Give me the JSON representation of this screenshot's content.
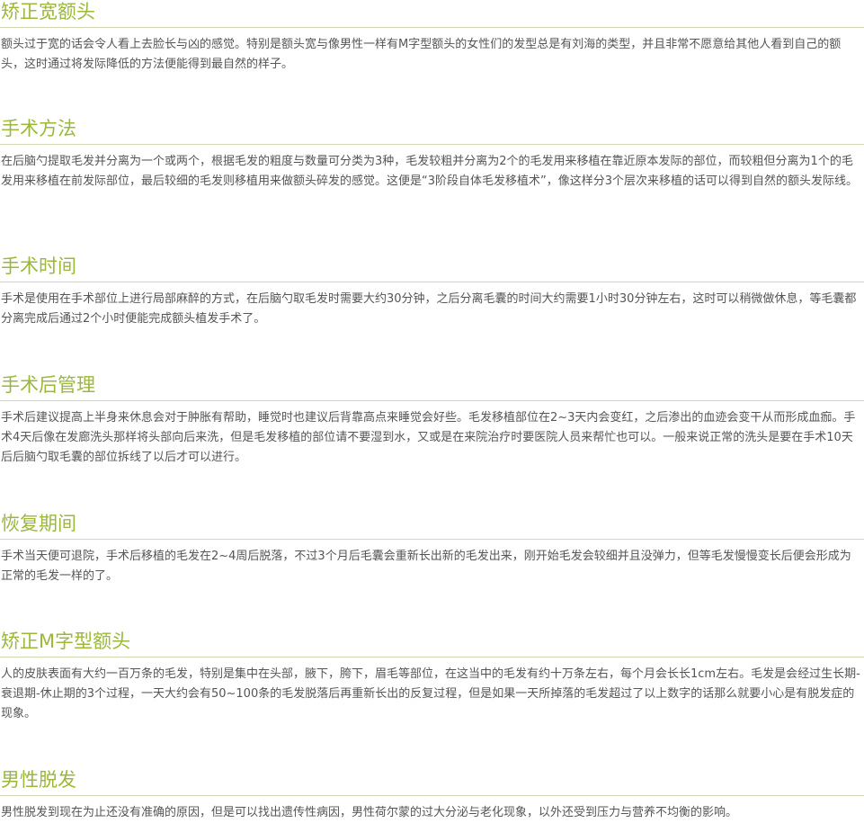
{
  "colors": {
    "title": "#9bb83a",
    "rule": "#cfd9b4",
    "body_text": "#555555"
  },
  "sections": [
    {
      "title": "矫正宽额头",
      "body": "额头过于宽的话会令人看上去脸长与凶的感觉。特别是额头宽与像男性一样有M字型额头的女性们的发型总是有刘海的类型，并且非常不愿意给其他人看到自己的额头，这时通过将发际降低的方法便能得到最自然的样子。"
    },
    {
      "title": "手术方法",
      "body": "在后脑勺提取毛发并分离为一个或两个，根据毛发的粗度与数量可分类为3种，毛发较粗并分离为2个的毛发用来移植在靠近原本发际的部位，而较粗但分离为1个的毛发用来移植在前发际部位，最后较细的毛发则移植用来做额头碎发的感觉。这便是“3阶段自体毛发移植术”，像这样分3个层次来移植的话可以得到自然的额头发际线。"
    },
    {
      "title": "手术时间",
      "body": "手术是使用在手术部位上进行局部麻醉的方式，在后脑勺取毛发时需要大约30分钟，之后分离毛囊的时间大约需要1小时30分钟左右，这时可以稍微做休息，等毛囊都分离完成后通过2个小时便能完成额头植发手术了。"
    },
    {
      "title": "手术后管理",
      "body": "手术后建议提高上半身来休息会对于肿胀有帮助，睡觉时也建议后背靠高点来睡觉会好些。毛发移植部位在2~3天内会变红，之后渗出的血迹会变干从而形成血痂。手术4天后像在发廊洗头那样将头部向后来洗，但是毛发移植的部位请不要湿到水，又或是在来院治疗时要医院人员来帮忙也可以。一般来说正常的洗头是要在手术10天后后脑勺取毛囊的部位拆线了以后才可以进行。"
    },
    {
      "title": "恢复期间",
      "body": "手术当天便可退院，手术后移植的毛发在2~4周后脱落，不过3个月后毛囊会重新长出新的毛发出来，刚开始毛发会较细并且没弹力，但等毛发慢慢变长后便会形成为正常的毛发一样的了。"
    },
    {
      "title": "矫正M字型额头",
      "body": "人的皮肤表面有大约一百万条的毛发，特别是集中在头部，腋下，胯下，眉毛等部位，在这当中的毛发有约十万条左右，每个月会长长1cm左右。毛发是会经过生长期-衰退期-休止期的3个过程，一天大约会有50~100条的毛发脱落后再重新长出的反复过程，但是如果一天所掉落的毛发超过了以上数字的话那么就要小心是有脱发症的现象。"
    },
    {
      "title": "男性脱发",
      "body": "男性脱发到现在为止还没有准确的原因，但是可以找出遗传性病因，男性荷尔蒙的过大分泌与老化现象，以外还受到压力与营养不均衡的影响。"
    }
  ]
}
